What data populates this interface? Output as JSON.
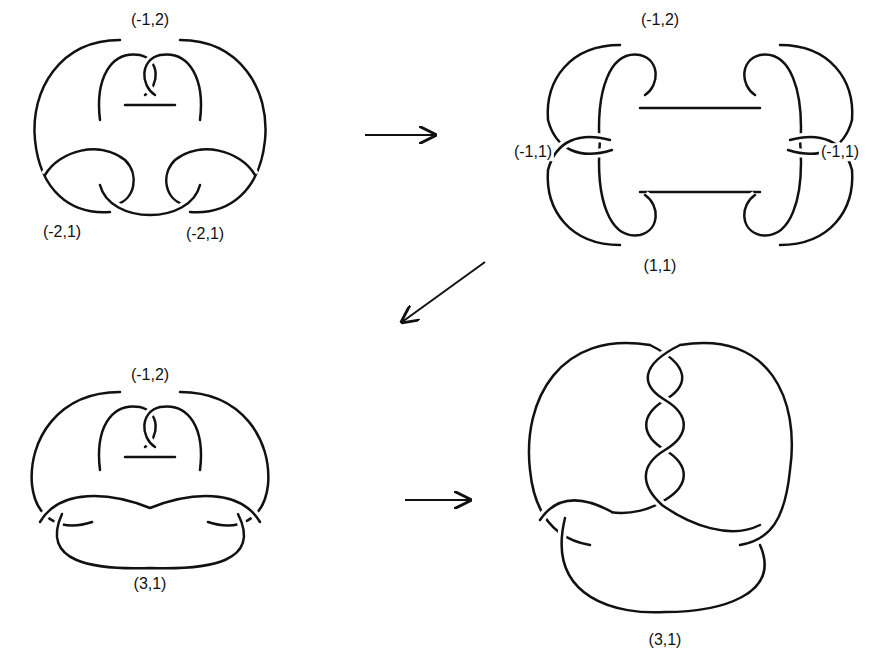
{
  "diagram": {
    "labels": [
      "(-1,2)",
      "(-2,1)",
      "(-2,1)",
      "(-1,2)",
      "(-1,1)",
      "(-1,1)",
      "(1,1)",
      "(-1,2)",
      "(3,1)",
      "(3,1)"
    ]
  }
}
